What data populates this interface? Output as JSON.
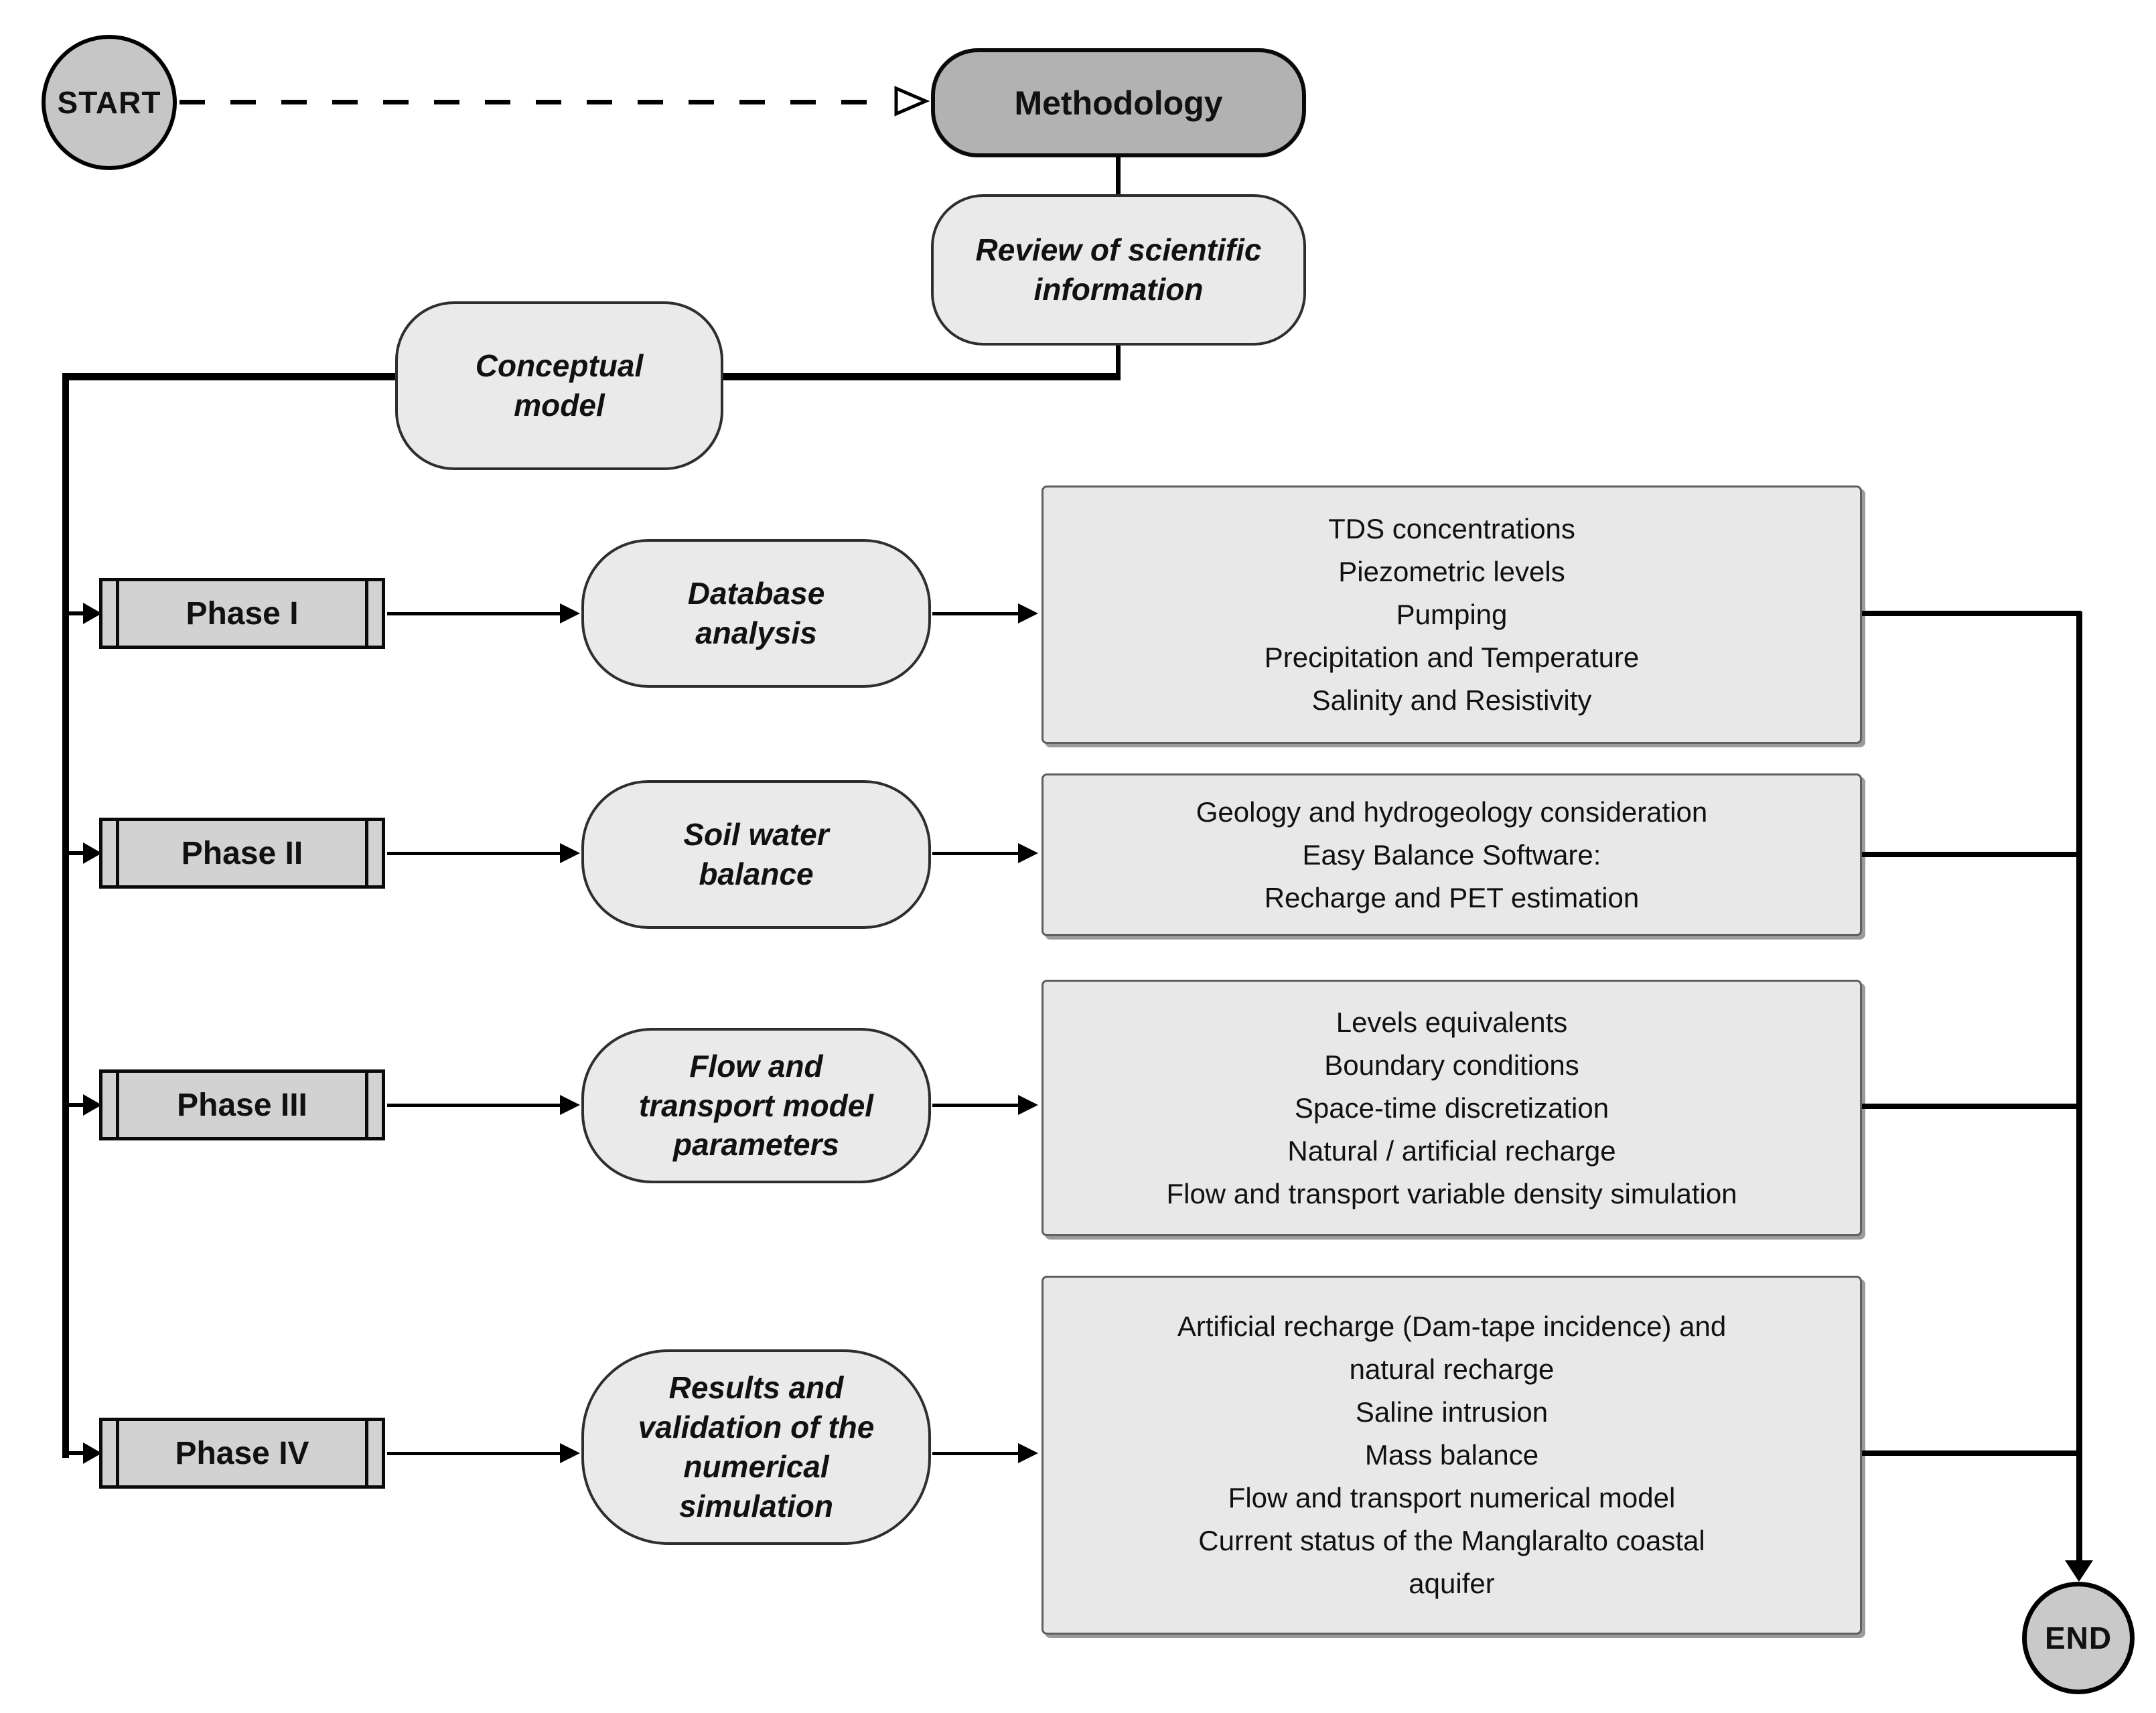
{
  "diagram": {
    "start_label": "START",
    "end_label": "END",
    "methodology_label": "Methodology",
    "review_label": "Review of scientific\ninformation",
    "conceptual_label": "Conceptual\nmodel",
    "phases": [
      {
        "label": "Phase I",
        "process": "Database\nanalysis",
        "details": [
          "TDS concentrations",
          "Piezometric levels",
          "Pumping",
          "Precipitation and Temperature",
          "Salinity and Resistivity"
        ]
      },
      {
        "label": "Phase II",
        "process": "Soil water\nbalance",
        "details": [
          "Geology and hydrogeology consideration",
          "Easy Balance Software:",
          "Recharge and PET estimation"
        ]
      },
      {
        "label": "Phase III",
        "process": "Flow and\ntransport model\nparameters",
        "details": [
          "Levels equivalents",
          "Boundary conditions",
          "Space-time discretization",
          "Natural / artificial recharge",
          "Flow and transport variable density simulation"
        ]
      },
      {
        "label": "Phase IV",
        "process": "Results and\nvalidation of the\nnumerical\nsimulation",
        "details": [
          "Artificial recharge (Dam-tape incidence) and\nnatural recharge",
          "Saline intrusion",
          "Mass balance",
          "Flow and transport numerical model",
          "Current status of the Manglaralto coastal\naquifer"
        ]
      }
    ],
    "colors": {
      "start_fill": "#c6c6c6",
      "methodology_fill": "#b2b2b2",
      "soft_fill": "#eaeaea",
      "phase_fill": "#d2d2d2",
      "detail_fill": "#e8e8e8",
      "end_fill": "#c9c9c9",
      "line": "#000000"
    }
  }
}
